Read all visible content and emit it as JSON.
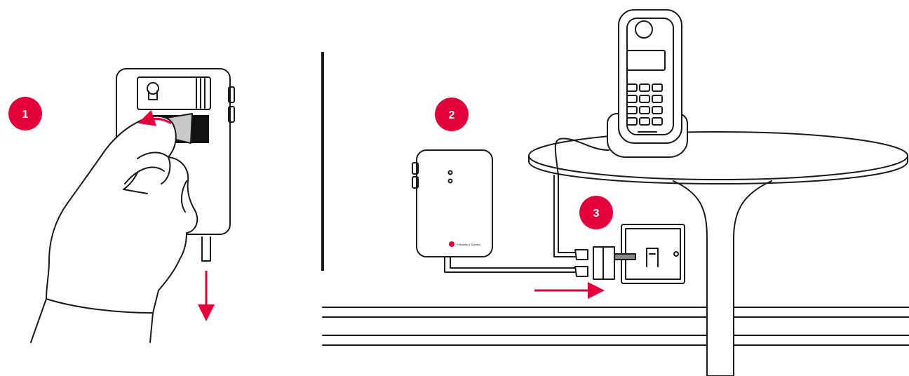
{
  "steps": [
    {
      "number": "1"
    },
    {
      "number": "2"
    },
    {
      "number": "3"
    }
  ],
  "device": {
    "brand": "Fellowes & Symfon"
  },
  "colors": {
    "accent": "#e4003b",
    "line": "#1a1a1a",
    "background": "#ffffff"
  }
}
